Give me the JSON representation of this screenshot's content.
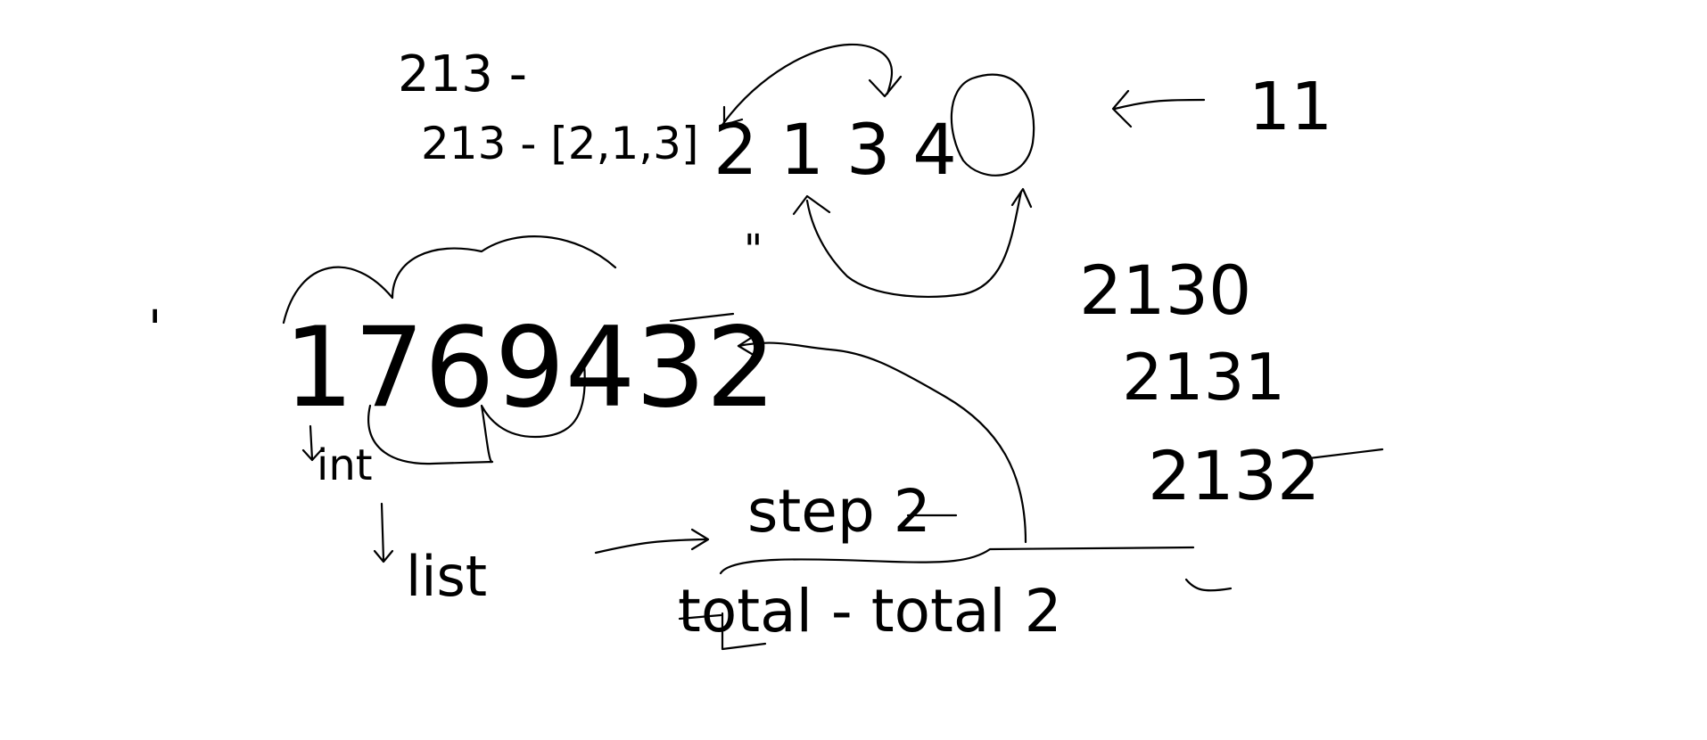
{
  "canvas": {
    "background": "#ffffff",
    "ink": "#000000"
  },
  "notes": {
    "top_left_line1": "213 -",
    "top_left_line2": "213 - [2,1,3]",
    "list_number": "2 1 3 4",
    "right_number": "11",
    "right_col_1": "2130",
    "right_col_2": "2131",
    "right_col_3": "2132",
    "center_tick": "\"",
    "left_tick": "'",
    "big_number": "1769432",
    "under_big": "int",
    "list_word": "list",
    "step_label": "step 2",
    "totals": "total - total 2"
  }
}
